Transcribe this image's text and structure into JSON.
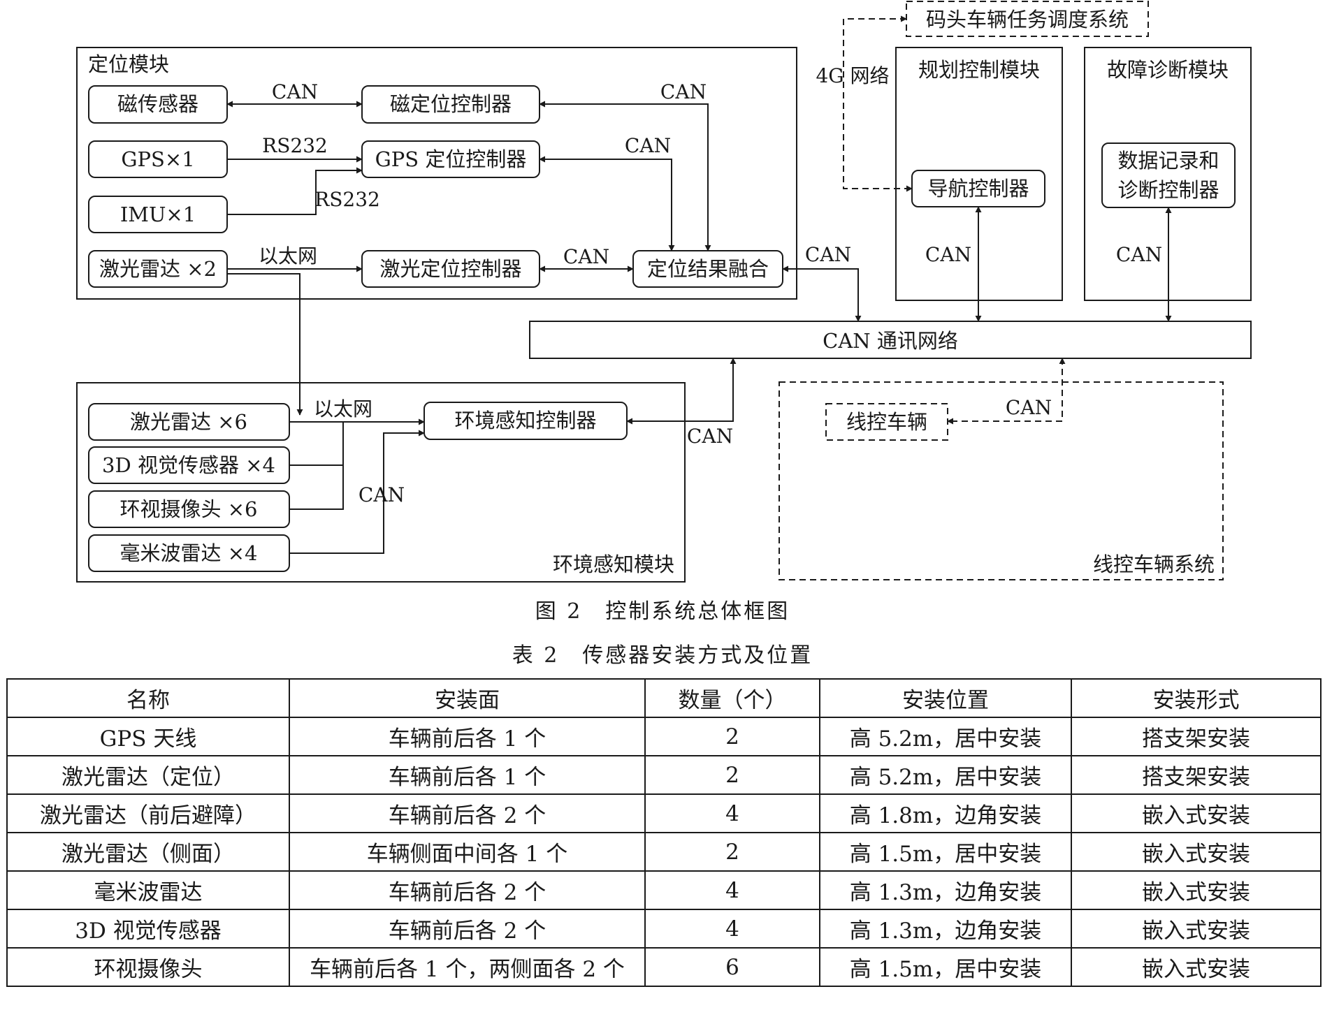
{
  "diagram": {
    "positioning_module": {
      "title": "定位模块",
      "mag_sensor": "磁传感器",
      "gps": "GPS×1",
      "imu": "IMU×1",
      "lidar2": "激光雷达 ×2",
      "mag_ctrl": "磁定位控制器",
      "gps_ctrl": "GPS 定位控制器",
      "laser_ctrl": "激光定位控制器",
      "fusion": "定位结果融合"
    },
    "perception_module": {
      "title": "环境感知模块",
      "lidar6": "激光雷达 ×6",
      "vision4": "3D 视觉传感器 ×4",
      "camera6": "环视摄像头 ×6",
      "radar4": "毫米波雷达 ×4",
      "env_ctrl": "环境感知控制器"
    },
    "planning_module": {
      "title": "规划控制模块",
      "nav_ctrl": "导航控制器"
    },
    "diagnosis_module": {
      "title": "故障诊断模块",
      "diag_line1": "数据记录和",
      "diag_line2": "诊断控制器"
    },
    "wire_system": {
      "title": "线控车辆系统",
      "vehicle": "线控车辆"
    },
    "dispatch": "码头车辆任务调度系统",
    "can_network": "CAN 通讯网络",
    "links": {
      "can": "CAN",
      "rs232": "RS232",
      "ethernet": "以太网",
      "fourg": "4G 网络"
    }
  },
  "figure_caption": "图 2　控制系统总体框图",
  "table_caption": "表 2　传感器安装方式及位置",
  "table": {
    "headers": [
      "名称",
      "安装面",
      "数量（个）",
      "安装位置",
      "安装形式"
    ],
    "rows": [
      [
        "GPS 天线",
        "车辆前后各 1 个",
        "2",
        "高 5.2m，居中安装",
        "搭支架安装"
      ],
      [
        "激光雷达（定位）",
        "车辆前后各 1 个",
        "2",
        "高 5.2m，居中安装",
        "搭支架安装"
      ],
      [
        "激光雷达（前后避障）",
        "车辆前后各 2 个",
        "4",
        "高 1.8m，边角安装",
        "嵌入式安装"
      ],
      [
        "激光雷达（侧面）",
        "车辆侧面中间各 1 个",
        "2",
        "高 1.5m，居中安装",
        "嵌入式安装"
      ],
      [
        "毫米波雷达",
        "车辆前后各 2 个",
        "4",
        "高 1.3m，边角安装",
        "嵌入式安装"
      ],
      [
        "3D 视觉传感器",
        "车辆前后各 2 个",
        "4",
        "高 1.3m，边角安装",
        "嵌入式安装"
      ],
      [
        "环视摄像头",
        "车辆前后各 1 个，两侧面各 2 个",
        "6",
        "高 1.5m，居中安装",
        "嵌入式安装"
      ]
    ]
  }
}
